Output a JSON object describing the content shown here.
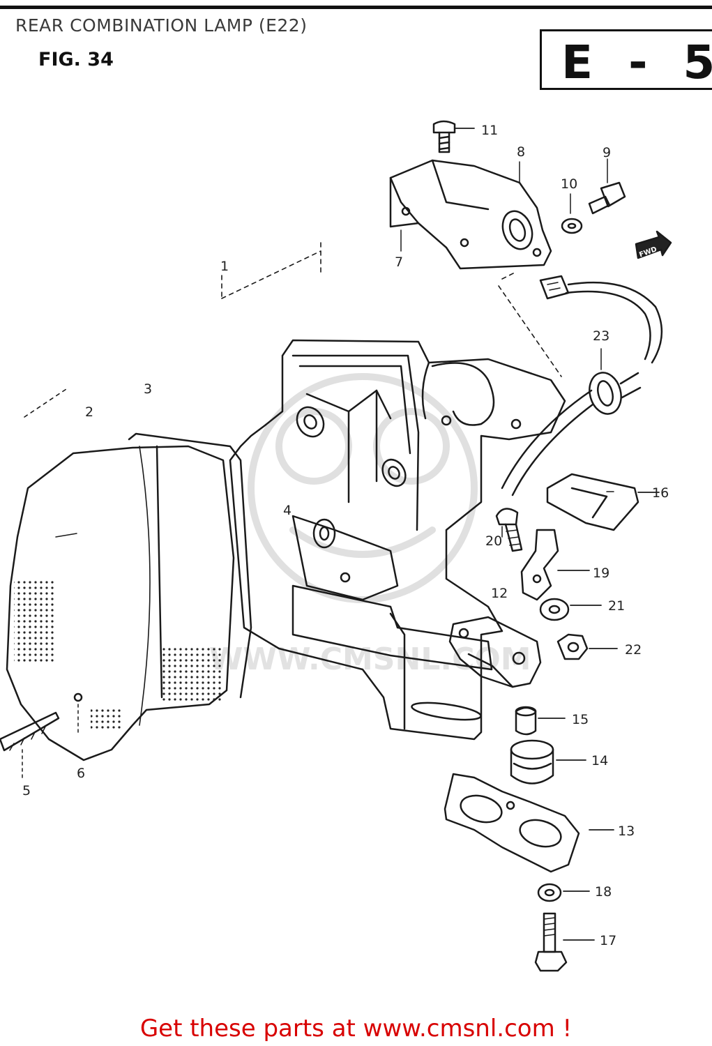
{
  "header": {
    "title": "REAR COMBINATION LAMP (E22)",
    "figure": "FIG. 34",
    "section_code": "E - 5"
  },
  "watermark": {
    "text": "WWW.CMSNL.COM"
  },
  "fwd_label": "FWD",
  "parts": [
    {
      "id": "1",
      "label": "1"
    },
    {
      "id": "2",
      "label": "2"
    },
    {
      "id": "3",
      "label": "3"
    },
    {
      "id": "4",
      "label": "4"
    },
    {
      "id": "5",
      "label": "5"
    },
    {
      "id": "6",
      "label": "6"
    },
    {
      "id": "7",
      "label": "7"
    },
    {
      "id": "8",
      "label": "8"
    },
    {
      "id": "9",
      "label": "9"
    },
    {
      "id": "10",
      "label": "10"
    },
    {
      "id": "11",
      "label": "11"
    },
    {
      "id": "12",
      "label": "12"
    },
    {
      "id": "13",
      "label": "13"
    },
    {
      "id": "14",
      "label": "14"
    },
    {
      "id": "15",
      "label": "15"
    },
    {
      "id": "16",
      "label": "16"
    },
    {
      "id": "17",
      "label": "17"
    },
    {
      "id": "18",
      "label": "18"
    },
    {
      "id": "19",
      "label": "19"
    },
    {
      "id": "20",
      "label": "20"
    },
    {
      "id": "21",
      "label": "21"
    },
    {
      "id": "22",
      "label": "22"
    },
    {
      "id": "23",
      "label": "23"
    }
  ],
  "footer": {
    "text": "Get these parts at www.cmsnl.com !"
  }
}
